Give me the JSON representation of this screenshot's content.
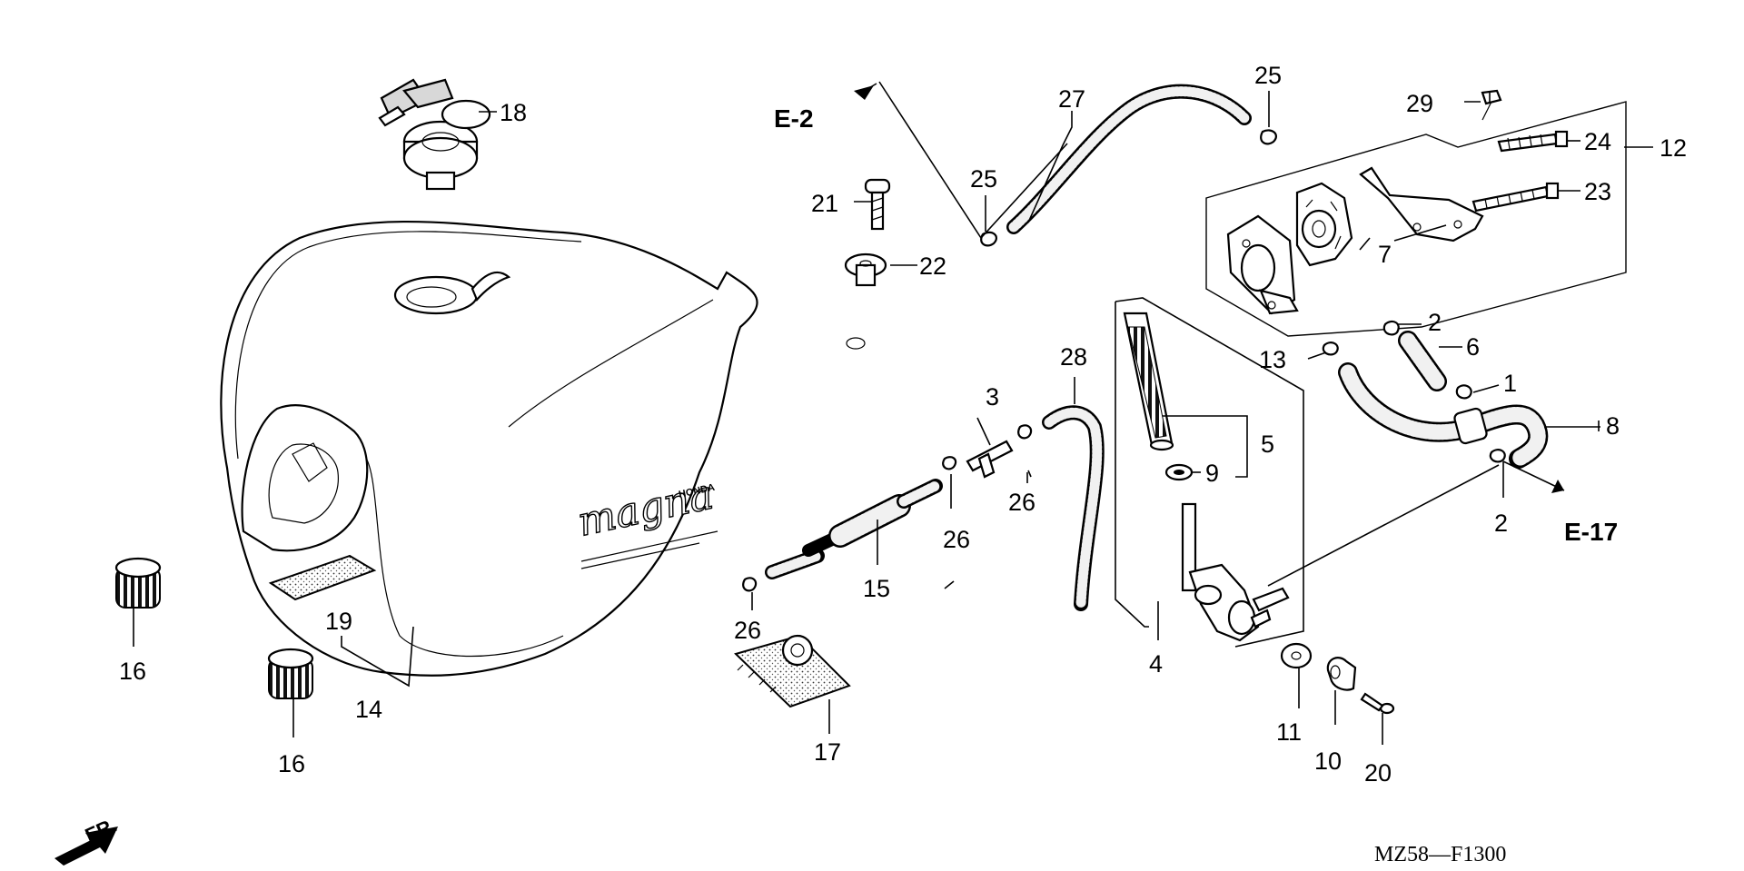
{
  "diagram": {
    "drawing_code": "MZ58—F1300",
    "front_indicator": "FR.",
    "tank_logo": "magna",
    "tank_brand": "HONDA",
    "references": [
      {
        "id": "ref-e2",
        "text": "E-2"
      },
      {
        "id": "ref-e17",
        "text": "E-17"
      }
    ],
    "callouts": {
      "c1": "1",
      "c2a": "2",
      "c2b": "2",
      "c3": "3",
      "c4": "4",
      "c5": "5",
      "c6": "6",
      "c7": "7",
      "c8": "8",
      "c9": "9",
      "c10": "10",
      "c11": "11",
      "c12": "12",
      "c13": "13",
      "c14": "14",
      "c15": "15",
      "c16a": "16",
      "c16b": "16",
      "c17": "17",
      "c18": "18",
      "c19": "19",
      "c20": "20",
      "c21": "21",
      "c22": "22",
      "c23": "23",
      "c24": "24",
      "c25a": "25",
      "c25b": "25",
      "c26a": "26",
      "c26b": "26",
      "c26c": "26",
      "c27": "27",
      "c28": "28",
      "c29": "29"
    }
  }
}
